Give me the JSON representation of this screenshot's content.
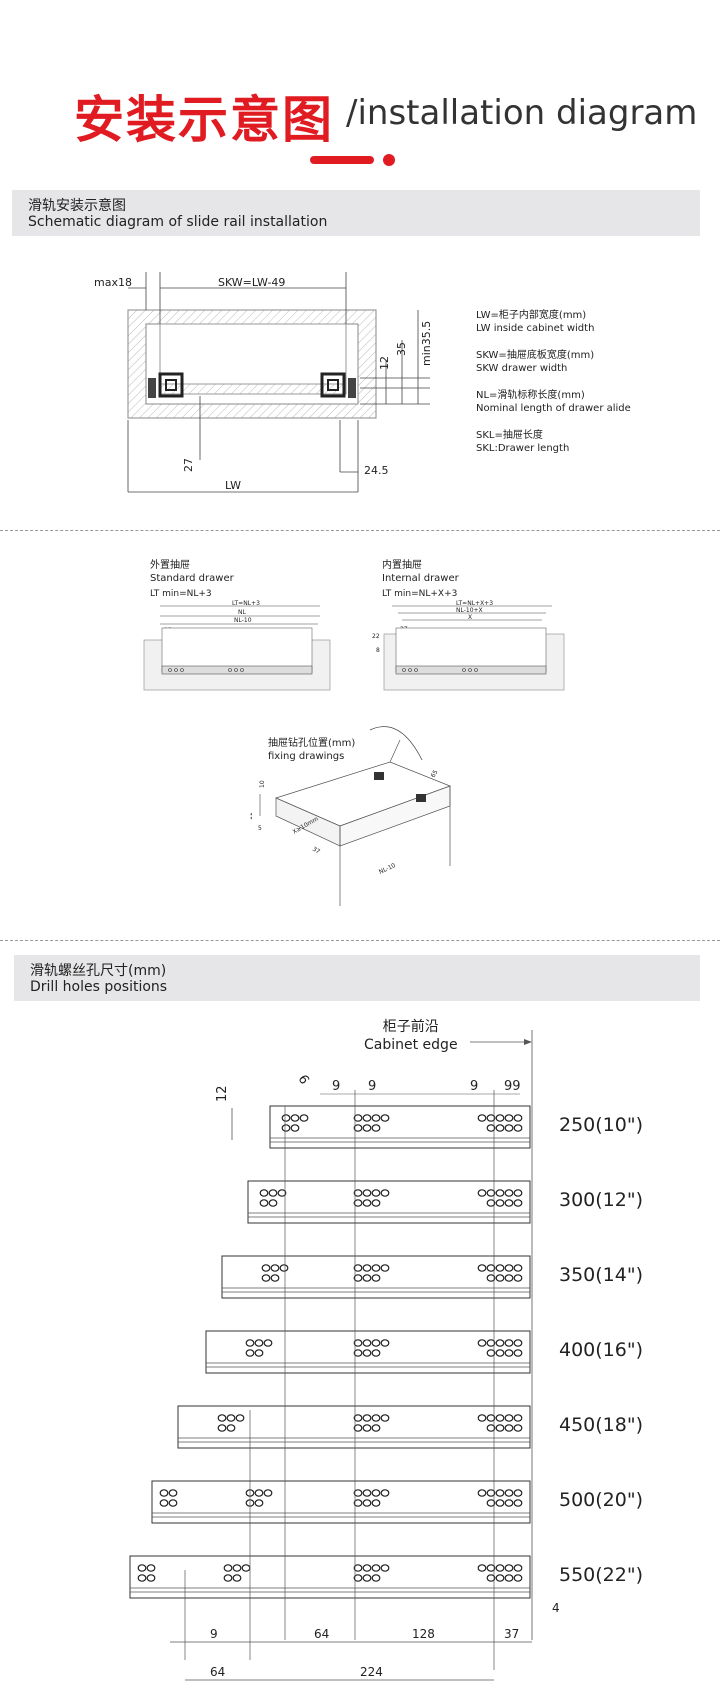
{
  "header": {
    "title_cn": "安装示意图",
    "title_en": "/installation diagram"
  },
  "section1": {
    "title_cn": "滑轨安装示意图",
    "title_en": "Schematic diagram of slide rail installation",
    "dims": {
      "max18": "max18",
      "skw": "SKW=LW-49",
      "d12": "12",
      "d35": "35",
      "min355": "min35.5",
      "d27": "27",
      "d245": "24.5",
      "lw": "LW"
    },
    "legend": [
      {
        "cn": "LW=柜子内部宽度(mm)",
        "en": "LW inside cabinet width"
      },
      {
        "cn": "SKW=抽屉底板宽度(mm)",
        "en": "SKW drawer width"
      },
      {
        "cn": "NL=滑轨标称长度(mm)",
        "en": "Nominal length of drawer alide"
      },
      {
        "cn": "SKL=抽屉长度",
        "en": "SKL:Drawer length"
      }
    ]
  },
  "section2": {
    "standard": {
      "cn": "外置抽屉",
      "en": "Standard drawer",
      "formula": "LT  min=NL+3",
      "lt": "LT=NL+3",
      "nl": "NL",
      "nl10": "NL-10",
      "d37": "37"
    },
    "internal": {
      "cn": "内置抽屉",
      "en": "Internal drawer",
      "formula": "LT  min=NL+X+3",
      "lt": "LT=NL+X+3",
      "nl": "NL-10+X",
      "x": "X",
      "d37": "37",
      "d22": "22",
      "d8": "8"
    },
    "fixing": {
      "cn": "抽屉钻孔位置(mm)",
      "en": "fixing drawings",
      "d10": "10",
      "d11": "11",
      "d5": "5",
      "dx": "X≥10mm",
      "d37": "37",
      "nl10": "NL-10",
      "d65": "65"
    }
  },
  "section3": {
    "title_cn": "滑轨螺丝孔尺寸(mm)",
    "title_en": "Drill holes positions",
    "cabinet_cn": "柜子前沿",
    "cabinet_en": "Cabinet edge",
    "top_dims": {
      "d12": "12",
      "d6": "6",
      "d9a": "9",
      "d9b": "9",
      "d9c": "9",
      "d99": "99"
    },
    "sizes": [
      "250(10\")",
      "300(12\")",
      "350(14\")",
      "400(16\")",
      "450(18\")",
      "500(20\")",
      "550(22\")"
    ],
    "bottom_row1": [
      "9",
      "64",
      "128",
      "37",
      "4"
    ],
    "bottom_row2": [
      "64",
      "224"
    ]
  }
}
